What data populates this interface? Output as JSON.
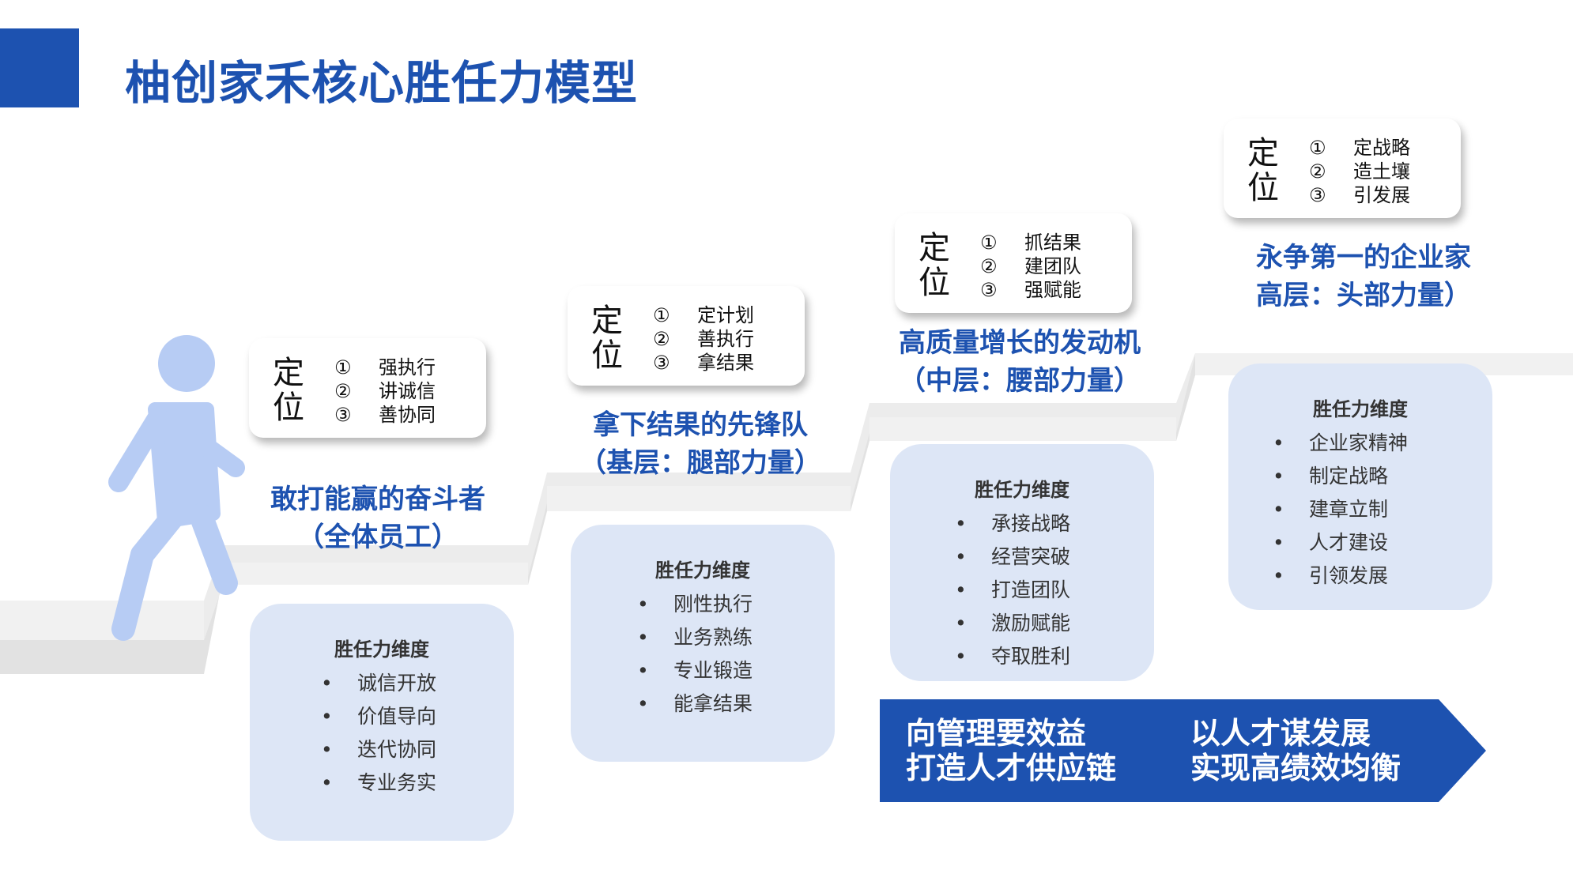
{
  "title": "柚创家禾核心胜任力模型",
  "colors": {
    "brand": "#1d52b0",
    "box": "#dde6f6",
    "stair": "#ebebeb"
  },
  "tiers": [
    {
      "position": {
        "head": "定位",
        "items": [
          {
            "num": "①",
            "text": "强执行"
          },
          {
            "num": "②",
            "text": "讲诚信"
          },
          {
            "num": "③",
            "text": "善协同"
          }
        ]
      },
      "heading": [
        "敢打能赢的奋斗者",
        "（全体员工）"
      ],
      "competency": {
        "title": "胜任力维度",
        "bullet": "•",
        "items": [
          "诚信开放",
          "价值导向",
          "迭代协同",
          "专业务实"
        ]
      }
    },
    {
      "position": {
        "head": "定位",
        "items": [
          {
            "num": "①",
            "text": "定计划"
          },
          {
            "num": "②",
            "text": "善执行"
          },
          {
            "num": "③",
            "text": "拿结果"
          }
        ]
      },
      "heading": [
        "拿下结果的先锋队",
        "（基层：腿部力量）"
      ],
      "competency": {
        "title": "胜任力维度",
        "bullet": "•",
        "items": [
          "刚性执行",
          "业务熟练",
          "专业锻造",
          "能拿结果"
        ]
      }
    },
    {
      "position": {
        "head": "定位",
        "items": [
          {
            "num": "①",
            "text": "抓结果"
          },
          {
            "num": "②",
            "text": "建团队"
          },
          {
            "num": "③",
            "text": "强赋能"
          }
        ]
      },
      "heading": [
        "高质量增长的发动机",
        "（中层：腰部力量）"
      ],
      "competency": {
        "title": "胜任力维度",
        "bullet": "•",
        "items": [
          "承接战略",
          "经营突破",
          "打造团队",
          "激励赋能",
          "夺取胜利"
        ]
      }
    },
    {
      "position": {
        "head": "定位",
        "items": [
          {
            "num": "①",
            "text": "定战略"
          },
          {
            "num": "②",
            "text": "造土壤"
          },
          {
            "num": "③",
            "text": "引发展"
          }
        ]
      },
      "heading": [
        "永争第一的企业家",
        "高层：头部力量）"
      ],
      "competency": {
        "title": "胜任力维度",
        "bullet": "•",
        "items": [
          "企业家精神",
          "制定战略",
          "建章立制",
          "人才建设",
          "引领发展"
        ]
      }
    }
  ],
  "banner": {
    "left": [
      "向管理要效益",
      "打造人才供应链"
    ],
    "right": [
      "以人才谋发展",
      "实现高绩效均衡"
    ]
  }
}
